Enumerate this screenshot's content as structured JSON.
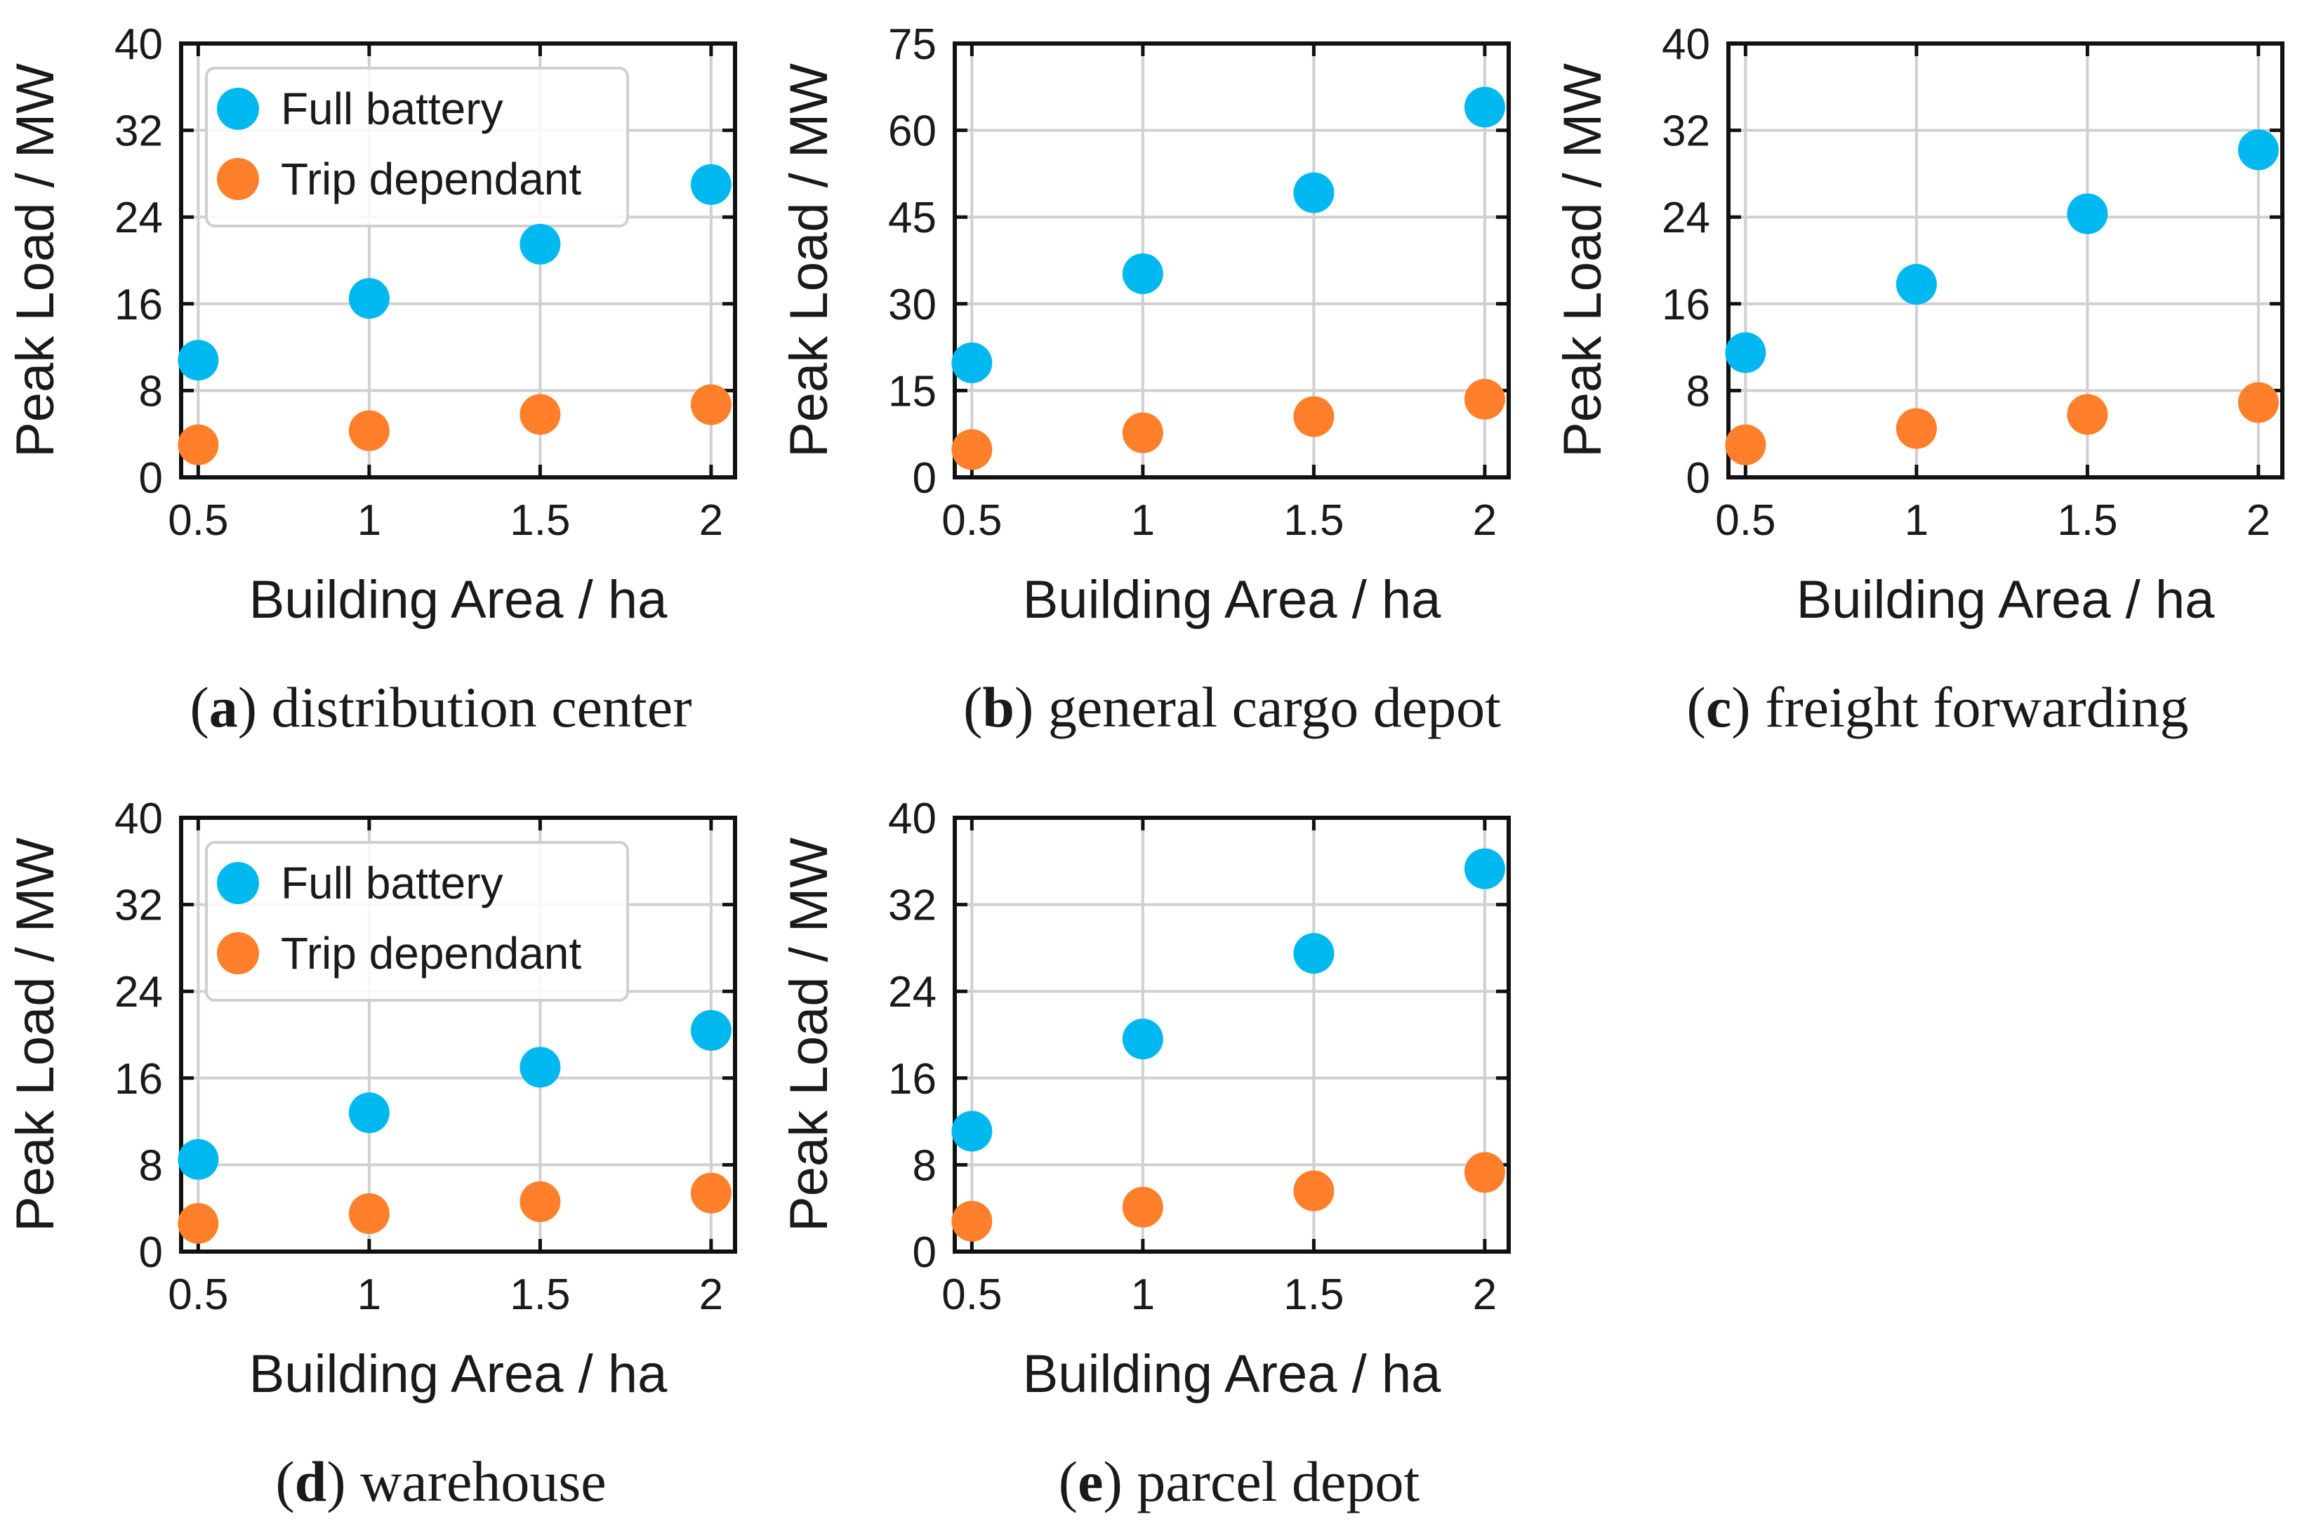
{
  "figure": {
    "colors": {
      "full": "#00b8f0",
      "trip": "#ff7f2a",
      "grid": "#d0d0d0",
      "axis": "#111111"
    }
  },
  "chart_data": [
    {
      "type": "scatter",
      "panel_letter": "a",
      "caption": "distribution center",
      "xlabel": "Building Area / ha",
      "ylabel": "Peak Load / MW",
      "x": [
        0.5,
        1,
        1.5,
        2
      ],
      "x_tick_labels": [
        "0.5",
        "1",
        "1.5",
        "2"
      ],
      "y_ticks": [
        0,
        8,
        16,
        24,
        32,
        40
      ],
      "ylim": [
        0,
        40
      ],
      "grid": true,
      "legend": {
        "placement": "top-left",
        "show": true
      },
      "series": [
        {
          "name": "Full battery",
          "color": "#00b8f0",
          "values": [
            10.8,
            16.5,
            21.5,
            27.0
          ]
        },
        {
          "name": "Trip dependant",
          "color": "#ff7f2a",
          "values": [
            3.0,
            4.3,
            5.8,
            6.7
          ]
        }
      ]
    },
    {
      "type": "scatter",
      "panel_letter": "b",
      "caption": "general cargo depot",
      "xlabel": "Building Area / ha",
      "ylabel": "Peak Load / MW",
      "x": [
        0.5,
        1,
        1.5,
        2
      ],
      "x_tick_labels": [
        "0.5",
        "1",
        "1.5",
        "2"
      ],
      "y_ticks": [
        0,
        15,
        30,
        45,
        60,
        75
      ],
      "ylim": [
        0,
        75
      ],
      "grid": true,
      "legend": {
        "show": false
      },
      "series": [
        {
          "name": "Full battery",
          "color": "#00b8f0",
          "values": [
            19.8,
            35.2,
            49.2,
            64.0
          ]
        },
        {
          "name": "Trip dependant",
          "color": "#ff7f2a",
          "values": [
            4.8,
            7.7,
            10.5,
            13.5
          ]
        }
      ]
    },
    {
      "type": "scatter",
      "panel_letter": "c",
      "caption": "freight forwarding",
      "xlabel": "Building Area / ha",
      "ylabel": "Peak Load / MW",
      "x": [
        0.5,
        1,
        1.5,
        2
      ],
      "x_tick_labels": [
        "0.5",
        "1",
        "1.5",
        "2"
      ],
      "y_ticks": [
        0,
        8,
        16,
        24,
        32,
        40
      ],
      "ylim": [
        0,
        40
      ],
      "grid": true,
      "legend": {
        "show": false
      },
      "series": [
        {
          "name": "Full battery",
          "color": "#00b8f0",
          "values": [
            11.5,
            17.8,
            24.3,
            30.2
          ]
        },
        {
          "name": "Trip dependant",
          "color": "#ff7f2a",
          "values": [
            3.0,
            4.5,
            5.8,
            6.9
          ]
        }
      ]
    },
    {
      "type": "scatter",
      "panel_letter": "d",
      "caption": "warehouse",
      "xlabel": "Building Area / ha",
      "ylabel": "Peak Load / MW",
      "x": [
        0.5,
        1,
        1.5,
        2
      ],
      "x_tick_labels": [
        "0.5",
        "1",
        "1.5",
        "2"
      ],
      "y_ticks": [
        0,
        8,
        16,
        24,
        32,
        40
      ],
      "ylim": [
        0,
        40
      ],
      "grid": true,
      "legend": {
        "placement": "top-left",
        "show": true
      },
      "series": [
        {
          "name": "Full battery",
          "color": "#00b8f0",
          "values": [
            8.5,
            12.8,
            17.0,
            20.4
          ]
        },
        {
          "name": "Trip dependant",
          "color": "#ff7f2a",
          "values": [
            2.6,
            3.5,
            4.6,
            5.4
          ]
        }
      ]
    },
    {
      "type": "scatter",
      "panel_letter": "e",
      "caption": "parcel depot",
      "xlabel": "Building Area / ha",
      "ylabel": "Peak Load / MW",
      "x": [
        0.5,
        1,
        1.5,
        2
      ],
      "x_tick_labels": [
        "0.5",
        "1",
        "1.5",
        "2"
      ],
      "y_ticks": [
        0,
        8,
        16,
        24,
        32,
        40
      ],
      "ylim": [
        0,
        40
      ],
      "grid": true,
      "legend": {
        "show": false
      },
      "series": [
        {
          "name": "Full battery",
          "color": "#00b8f0",
          "values": [
            11.1,
            19.6,
            27.5,
            35.3
          ]
        },
        {
          "name": "Trip dependant",
          "color": "#ff7f2a",
          "values": [
            2.8,
            4.1,
            5.6,
            7.3
          ]
        }
      ]
    }
  ]
}
